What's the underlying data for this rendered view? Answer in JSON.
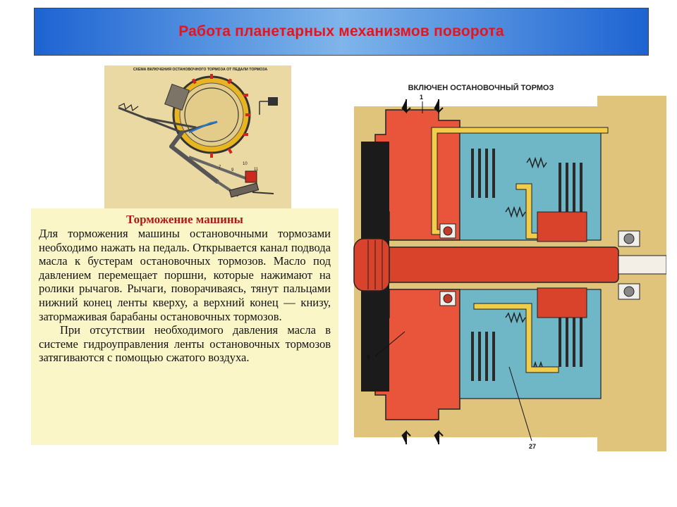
{
  "slide": {
    "title": "Работа планетарных механизмов поворота"
  },
  "left_figure": {
    "caption": "СХЕМА ВКЛЮЧЕНИЯ ОСТАНОВОЧНОГО ТОРМОЗА ОТ ПЕДАЛИ ТОРМОЗА",
    "labels": [
      "7",
      "9",
      "10",
      "11"
    ]
  },
  "right_figure": {
    "caption": "ВКЛЮЧЕН ОСТАНОВОЧНЫЙ ТОРМОЗ",
    "labels": {
      "top": "1",
      "left": "5",
      "bottom": "27"
    }
  },
  "text_block": {
    "heading": "Торможение машины",
    "paragraphs": [
      "Для торможения машины остановочными тормозами необходимо нажать на педаль. Открывается канал подвода масла к бустерам остановочных тормозов. Масло под давлением перемещает поршни, которые нажимают на ролики рычагов. Рычаги, поворачиваясь, тянут пальцами нижний конец ленты кверху, а верхний конец — книзу, затормаживая барабаны остановочных тормозов.",
      "При отсутствии необходимого давления масла в системе гидроуправления ленты остановочных тормозов затягиваются с помощью сжатого воздуха."
    ]
  },
  "colors": {
    "title_text": "#e8131b",
    "title_bar": "#1d63d2",
    "text_box": "#fbf6c8",
    "heading": "#b01a15"
  }
}
